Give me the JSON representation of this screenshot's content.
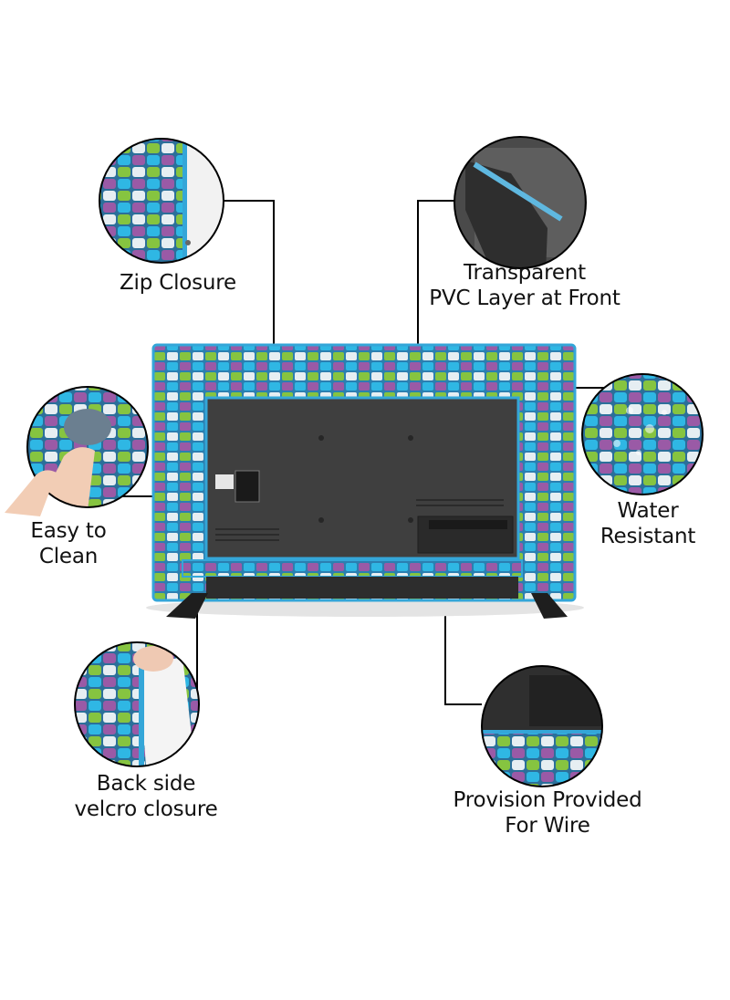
{
  "features": {
    "zip_closure": {
      "line1": "Zip Closure"
    },
    "transparent_pvc": {
      "line1": "Transparent",
      "line2": "PVC Layer at Front"
    },
    "easy_clean": {
      "line1": "Easy to",
      "line2": "Clean"
    },
    "water_resistant": {
      "line1": "Water",
      "line2": "Resistant"
    },
    "velcro": {
      "line1": "Back side",
      "line2": "velcro closure"
    },
    "wire": {
      "line1": "Provision Provided",
      "line2": "For Wire"
    }
  },
  "tv_badge": "",
  "colors": {
    "cover_blue": "#34a6d8",
    "tile_purple": "#9a5aa6",
    "tile_green": "#86c440",
    "tile_cyan": "#2fb7e4",
    "tile_white": "#e6eef2",
    "tv_body": "#3f3f3f",
    "line": "#000000"
  }
}
